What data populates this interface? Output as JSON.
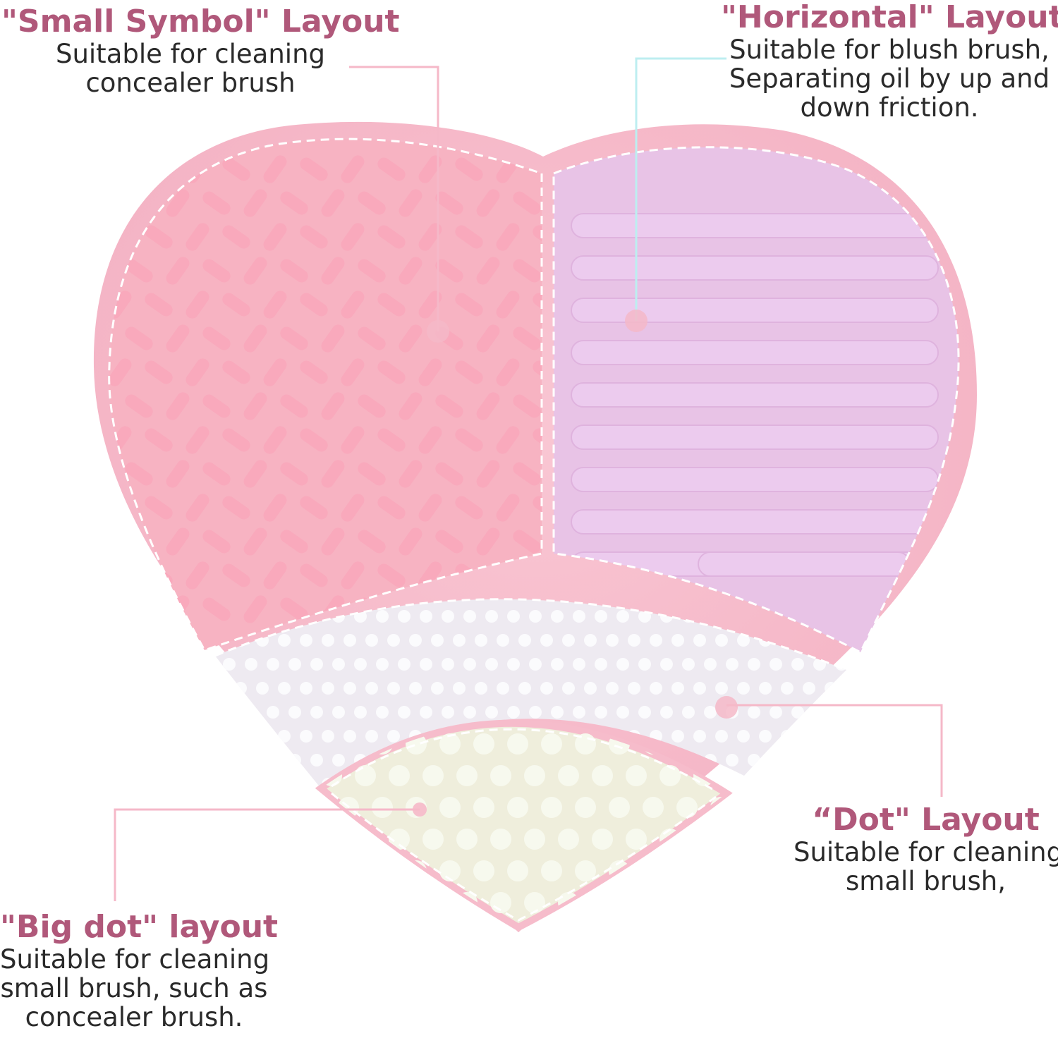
{
  "colors": {
    "title_text": "#b0587a",
    "body_text": "#2a2a2a",
    "heart_rim": "#f6bccb",
    "zone_small_symbol": "#f7b3c2",
    "zone_horizontal": "#e8c3e6",
    "zone_dot": "#eeeaf1",
    "zone_big_dot": "#efeedc",
    "leader_pink": "#f5b8c8",
    "leader_cyan": "#bdeef0"
  },
  "callouts": {
    "small_symbol": {
      "title": "\"Small Symbol\" Layout",
      "lines": [
        "Suitable for cleaning",
        "concealer brush"
      ]
    },
    "horizontal": {
      "title": "\"Horizontal\" Layout",
      "lines": [
        "Suitable for blush brush,",
        "Separating oil by up and",
        "down friction."
      ]
    },
    "dot": {
      "title": "“Dot\" Layout",
      "lines": [
        "Suitable for cleaning",
        "small brush,"
      ]
    },
    "big_dot": {
      "title": "\"Big dot\" layout",
      "lines": [
        "Suitable for cleaning",
        "small brush, such as",
        "concealer brush."
      ]
    }
  }
}
